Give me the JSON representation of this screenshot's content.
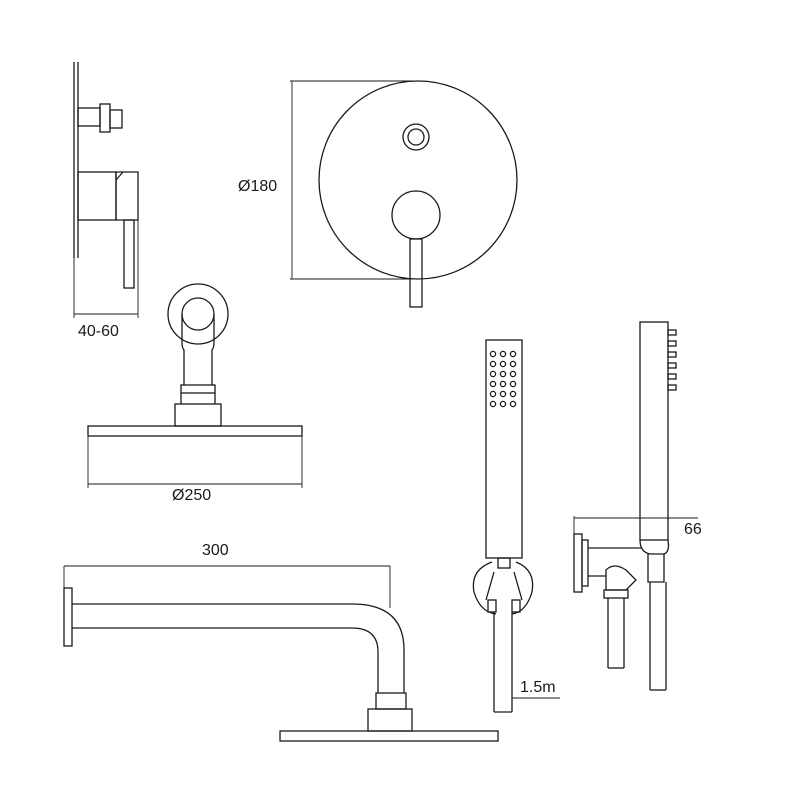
{
  "dimensions": {
    "depth_range": "40-60",
    "plate_diameter": "Ø180",
    "head_diameter": "Ø250",
    "arm_length": "300",
    "hose_length": "1.5m",
    "bracket_projection": "66"
  },
  "colors": {
    "line": "#1a1a1a",
    "background": "#ffffff"
  }
}
